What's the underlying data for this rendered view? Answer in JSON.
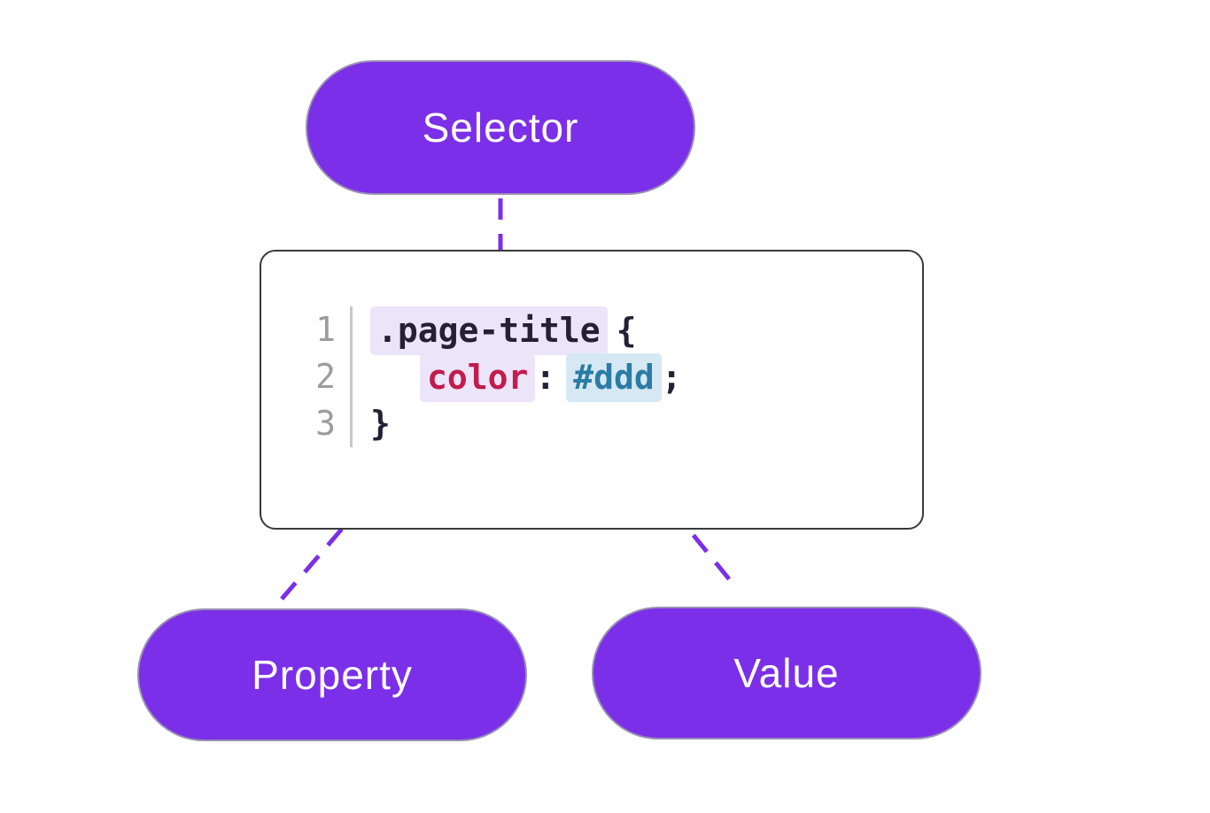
{
  "nodes": {
    "selector": {
      "label": "Selector"
    },
    "property": {
      "label": "Property"
    },
    "value": {
      "label": "Value"
    }
  },
  "code": {
    "line_numbers": [
      "1",
      "2",
      "3"
    ],
    "tokens": {
      "selector": ".page-title",
      "open_brace": "{",
      "property": "color",
      "colon": ":",
      "value": "#ddd",
      "semicolon": ";",
      "close_brace": "}"
    }
  },
  "colors": {
    "node_fill": "#7B2FE8",
    "connector": "#7B2FE8",
    "selector_token_bg": "#ECE5F9",
    "property_text": "#C21B4E",
    "property_bg": "#ECE5F9",
    "value_text": "#2B7CA5",
    "value_bg": "#D6E8F3",
    "code_text": "#262036",
    "line_number_text": "#9C9C9C"
  }
}
